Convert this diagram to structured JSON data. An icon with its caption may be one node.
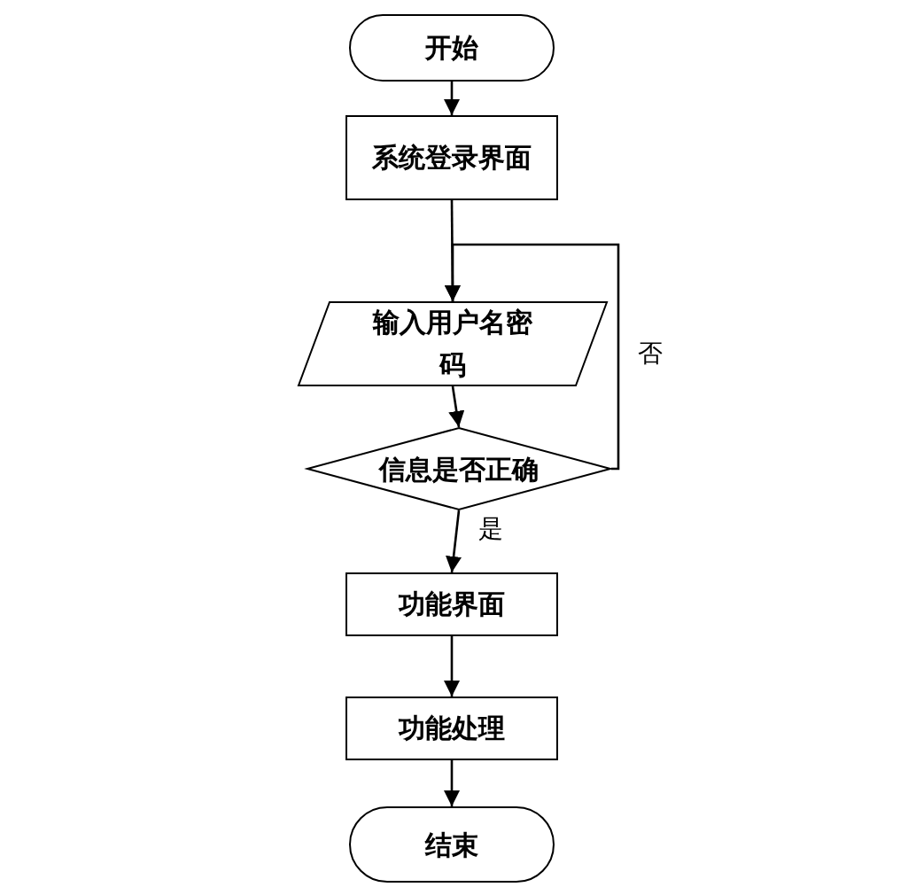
{
  "diagram": {
    "nodes": [
      {
        "text": [
          "开始"
        ]
      },
      {
        "text": [
          "系统登录界面"
        ]
      },
      {
        "text": [
          "输入用户名密码"
        ]
      },
      {
        "text": [
          "信息是否正确"
        ]
      },
      {
        "text": [
          "功能界面"
        ]
      },
      {
        "text": [
          "功能处理"
        ]
      },
      {
        "text": [
          "结束"
        ]
      }
    ],
    "edges": [
      {
        "from": 0,
        "to": 1,
        "arrow": "to"
      },
      {
        "from": 1,
        "to": 2,
        "arrow": "to"
      },
      {
        "from": 2,
        "to": 3,
        "arrow": "to"
      },
      {
        "from": 3,
        "to": 2,
        "arrow": "to",
        "label": "否"
      },
      {
        "from": 3,
        "to": 4,
        "arrow": "to",
        "label": "是"
      },
      {
        "from": 4,
        "to": 5,
        "arrow": "to"
      },
      {
        "from": 5,
        "to": 6,
        "arrow": "to"
      }
    ]
  }
}
